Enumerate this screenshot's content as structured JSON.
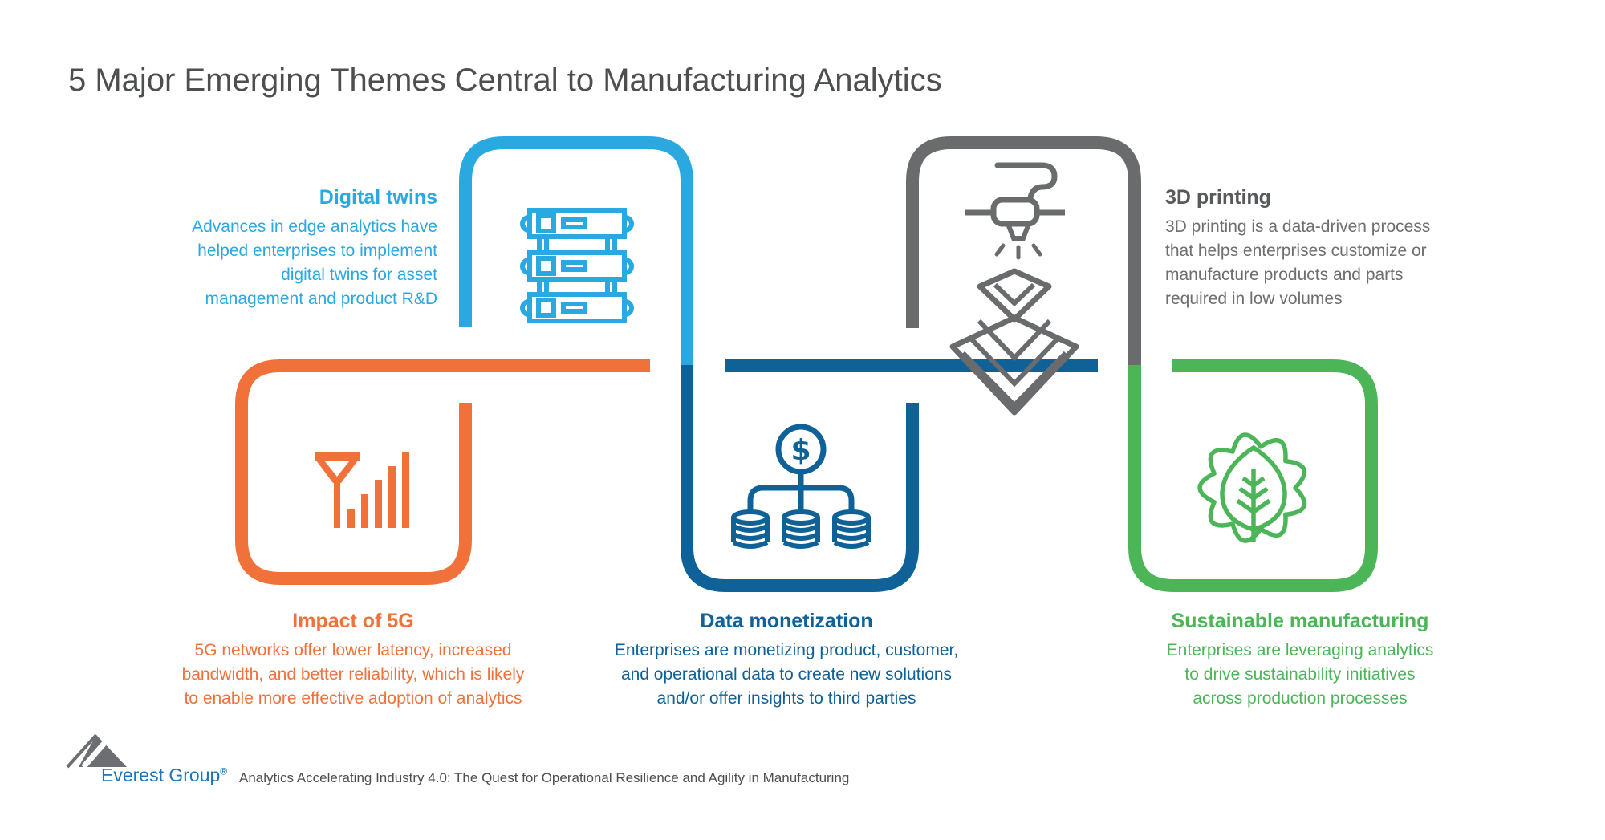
{
  "title": "5 Major Emerging Themes Central to Manufacturing Analytics",
  "themes": [
    {
      "id": "digital-twins",
      "title": "Digital twins",
      "lines": [
        "Advances in edge analytics have",
        "helped enterprises to implement",
        "digital twins for asset",
        "management and product R&D"
      ],
      "color": "#2aa9e0",
      "icon": "server-stack-icon"
    },
    {
      "id": "3d-printing",
      "title": "3D printing",
      "lines": [
        "3D printing is a data-driven process",
        "that helps enterprises customize or",
        "manufacture products and parts",
        "required in low volumes"
      ],
      "color": "#6a6b6d",
      "icon": "3d-printer-icon"
    },
    {
      "id": "impact-of-5g",
      "title": "Impact of 5G",
      "lines": [
        "5G networks offer lower latency, increased",
        "bandwidth, and better reliability, which is likely",
        "to enable more effective adoption of analytics"
      ],
      "color": "#f1713a",
      "icon": "5g-antenna-icon"
    },
    {
      "id": "data-monetization",
      "title": "Data monetization",
      "lines": [
        "Enterprises are monetizing product, customer,",
        "and operational data to create new solutions",
        "and/or offer insights to third parties"
      ],
      "color": "#0f6298",
      "icon": "dollar-databases-icon"
    },
    {
      "id": "sustainable-manufacturing",
      "title": "Sustainable manufacturing",
      "lines": [
        "Enterprises are leveraging analytics",
        "to drive sustainability initiatives",
        "across production processes"
      ],
      "color": "#4bb558",
      "icon": "gear-leaf-icon"
    }
  ],
  "icon_labels": {
    "dollar_symbol": "$"
  },
  "footer": {
    "logo_text": "Everest Group",
    "logo_registered": "®",
    "description": "Analytics Accelerating Industry 4.0: The Quest for Operational Resilience and Agility in Manufacturing"
  },
  "colors": {
    "light_blue": "#2aa9e0",
    "dark_blue": "#0f6298",
    "orange": "#f1713a",
    "gray": "#6a6b6d",
    "green": "#4bb558",
    "title_gray": "#4d4e50",
    "logo_blue": "#1c75bb"
  }
}
